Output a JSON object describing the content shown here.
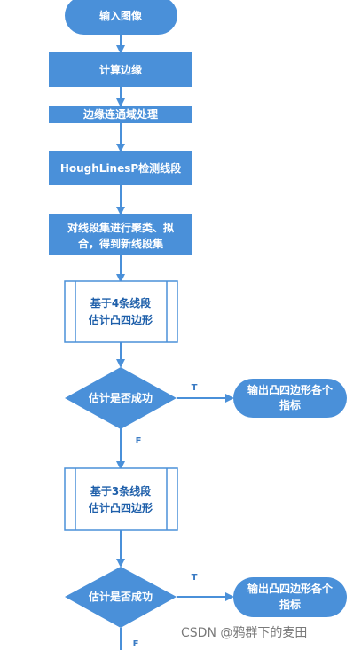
{
  "colors": {
    "primary": "#4A90D9",
    "outline": "#3A7BC4",
    "subroutine_bg": "#ffffff",
    "subroutine_text": "#1E5FAA",
    "arrow": "#4A90D9",
    "edge_label": "#3A7BC4",
    "white": "#ffffff",
    "watermark": "#7a7a7a"
  },
  "nodes": {
    "start": {
      "label": "输入图像"
    },
    "edges": {
      "label": "计算边缘"
    },
    "connected": {
      "label": "边缘连通域处理"
    },
    "hough": {
      "label": "HoughLinesP检测线段"
    },
    "cluster": {
      "line1": "对线段集进行聚类、拟",
      "line2": "合，得到新线段集"
    },
    "sub4": {
      "line1": "基于4条线段",
      "line2": "估计凸四边形"
    },
    "decision1": {
      "label": "估计是否成功"
    },
    "output1": {
      "line1": "输出凸四边形各个",
      "line2": "指标"
    },
    "sub3": {
      "line1": "基于3条线段",
      "line2": "估计凸四边形"
    },
    "decision2": {
      "label": "估计是否成功"
    },
    "output2": {
      "line1": "输出凸四边形各个",
      "line2": "指标"
    }
  },
  "edge_labels": {
    "t1": "T",
    "f1": "F",
    "t2": "T",
    "f2": "F"
  },
  "watermark": "CSDN @鸦群下的麦田"
}
